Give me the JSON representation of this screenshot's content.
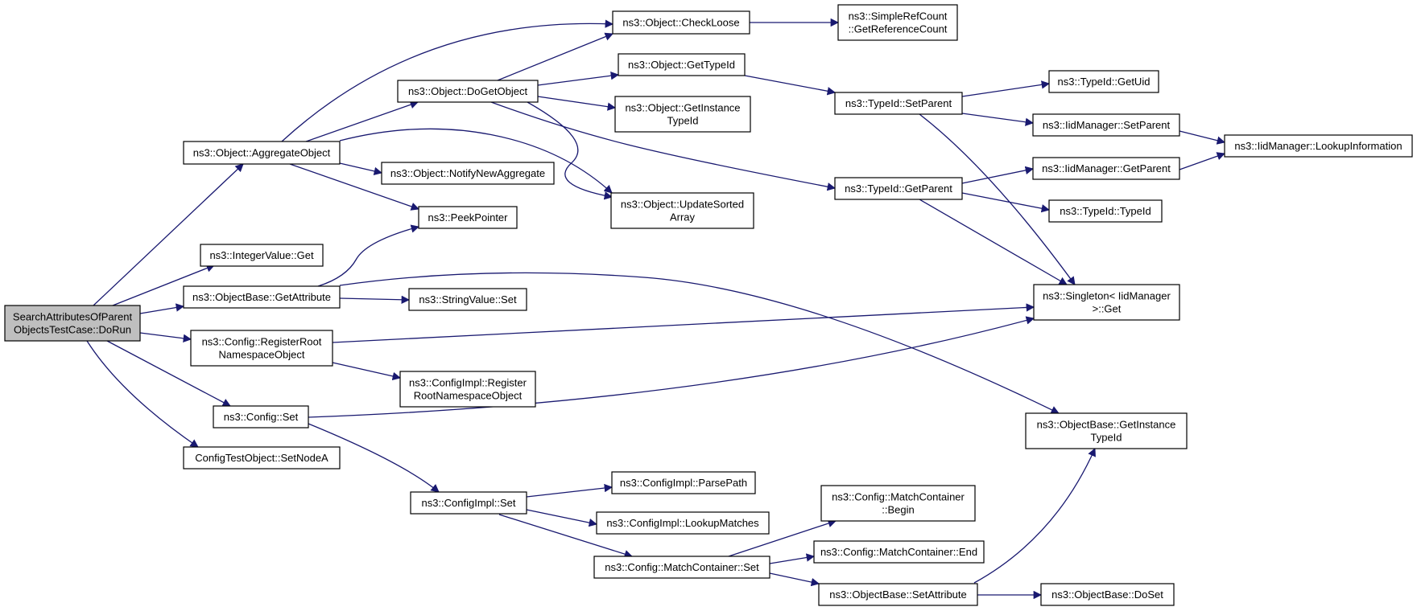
{
  "colors": {
    "edge": "#191970",
    "node_border": "#000000",
    "node_fill": "#ffffff",
    "root_fill": "#bfbfbf"
  },
  "nodes": [
    {
      "id": "root",
      "lines": [
        "SearchAttributesOfParent",
        "ObjectsTestCase::DoRun"
      ],
      "root": true
    },
    {
      "id": "aggregate",
      "lines": [
        "ns3::Object::AggregateObject"
      ]
    },
    {
      "id": "intget",
      "lines": [
        "ns3::IntegerValue::Get"
      ]
    },
    {
      "id": "getattr",
      "lines": [
        "ns3::ObjectBase::GetAttribute"
      ]
    },
    {
      "id": "regroot",
      "lines": [
        "ns3::Config::RegisterRoot",
        "NamespaceObject"
      ]
    },
    {
      "id": "cfgset",
      "lines": [
        "ns3::Config::Set"
      ]
    },
    {
      "id": "setnode",
      "lines": [
        "ConfigTestObject::SetNodeA"
      ]
    },
    {
      "id": "checkloose",
      "lines": [
        "ns3::Object::CheckLoose"
      ]
    },
    {
      "id": "dogetobj",
      "lines": [
        "ns3::Object::DoGetObject"
      ]
    },
    {
      "id": "notify",
      "lines": [
        "ns3::Object::NotifyNewAggregate"
      ]
    },
    {
      "id": "peek",
      "lines": [
        "ns3::PeekPointer"
      ]
    },
    {
      "id": "strset",
      "lines": [
        "ns3::StringValue::Set"
      ]
    },
    {
      "id": "implreg",
      "lines": [
        "ns3::ConfigImpl::Register",
        "RootNamespaceObject"
      ]
    },
    {
      "id": "implset",
      "lines": [
        "ns3::ConfigImpl::Set"
      ]
    },
    {
      "id": "refcount",
      "lines": [
        "ns3::SimpleRefCount",
        "::GetReferenceCount"
      ]
    },
    {
      "id": "gettypeid",
      "lines": [
        "ns3::Object::GetTypeId"
      ]
    },
    {
      "id": "getinsttid",
      "lines": [
        "ns3::Object::GetInstance",
        "TypeId"
      ]
    },
    {
      "id": "updsorted",
      "lines": [
        "ns3::Object::UpdateSorted",
        "Array"
      ]
    },
    {
      "id": "parsepath",
      "lines": [
        "ns3::ConfigImpl::ParsePath"
      ]
    },
    {
      "id": "lookupm",
      "lines": [
        "ns3::ConfigImpl::LookupMatches"
      ]
    },
    {
      "id": "mcset",
      "lines": [
        "ns3::Config::MatchContainer::Set"
      ]
    },
    {
      "id": "tsetparent",
      "lines": [
        "ns3::TypeId::SetParent"
      ]
    },
    {
      "id": "tgetparent",
      "lines": [
        "ns3::TypeId::GetParent"
      ]
    },
    {
      "id": "mcbegin",
      "lines": [
        "ns3::Config::MatchContainer",
        "::Begin"
      ]
    },
    {
      "id": "mcend",
      "lines": [
        "ns3::Config::MatchContainer::End"
      ]
    },
    {
      "id": "obsetattr",
      "lines": [
        "ns3::ObjectBase::SetAttribute"
      ]
    },
    {
      "id": "getuid",
      "lines": [
        "ns3::TypeId::GetUid"
      ]
    },
    {
      "id": "iidset",
      "lines": [
        "ns3::IidManager::SetParent"
      ]
    },
    {
      "id": "iidget",
      "lines": [
        "ns3::IidManager::GetParent"
      ]
    },
    {
      "id": "typeidctor",
      "lines": [
        "ns3::TypeId::TypeId"
      ]
    },
    {
      "id": "singleton",
      "lines": [
        "ns3::Singleton< IidManager",
        ">::Get"
      ]
    },
    {
      "id": "obgetinst",
      "lines": [
        "ns3::ObjectBase::GetInstance",
        "TypeId"
      ]
    },
    {
      "id": "doset",
      "lines": [
        "ns3::ObjectBase::DoSet"
      ]
    },
    {
      "id": "lookupinfo",
      "lines": [
        "ns3::IidManager::LookupInformation"
      ]
    }
  ],
  "edges": [
    [
      "root",
      "aggregate"
    ],
    [
      "root",
      "intget"
    ],
    [
      "root",
      "getattr"
    ],
    [
      "root",
      "regroot"
    ],
    [
      "root",
      "cfgset"
    ],
    [
      "root",
      "setnode"
    ],
    [
      "aggregate",
      "checkloose"
    ],
    [
      "aggregate",
      "dogetobj"
    ],
    [
      "aggregate",
      "notify"
    ],
    [
      "aggregate",
      "peek"
    ],
    [
      "aggregate",
      "updsorted"
    ],
    [
      "getattr",
      "peek"
    ],
    [
      "getattr",
      "strset"
    ],
    [
      "getattr",
      "obgetinst"
    ],
    [
      "regroot",
      "implreg"
    ],
    [
      "regroot",
      "singleton"
    ],
    [
      "cfgset",
      "singleton"
    ],
    [
      "cfgset",
      "implset"
    ],
    [
      "dogetobj",
      "checkloose"
    ],
    [
      "dogetobj",
      "gettypeid"
    ],
    [
      "dogetobj",
      "getinsttid"
    ],
    [
      "dogetobj",
      "updsorted"
    ],
    [
      "dogetobj",
      "tgetparent"
    ],
    [
      "checkloose",
      "refcount"
    ],
    [
      "gettypeid",
      "tsetparent"
    ],
    [
      "tsetparent",
      "getuid"
    ],
    [
      "tsetparent",
      "iidset"
    ],
    [
      "tsetparent",
      "singleton"
    ],
    [
      "tgetparent",
      "iidget"
    ],
    [
      "tgetparent",
      "typeidctor"
    ],
    [
      "tgetparent",
      "singleton"
    ],
    [
      "iidset",
      "lookupinfo"
    ],
    [
      "iidget",
      "lookupinfo"
    ],
    [
      "implset",
      "parsepath"
    ],
    [
      "implset",
      "lookupm"
    ],
    [
      "implset",
      "mcset"
    ],
    [
      "mcset",
      "mcbegin"
    ],
    [
      "mcset",
      "mcend"
    ],
    [
      "mcset",
      "obsetattr"
    ],
    [
      "obsetattr",
      "doset"
    ],
    [
      "obsetattr",
      "obgetinst"
    ]
  ]
}
